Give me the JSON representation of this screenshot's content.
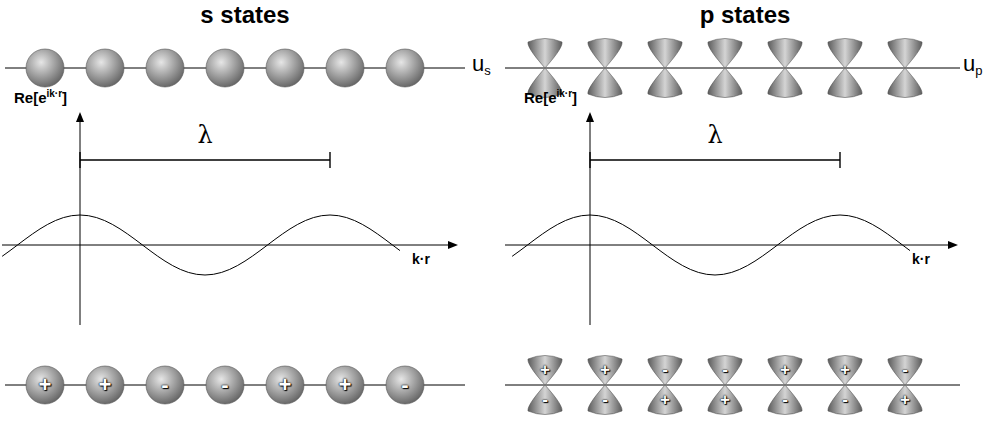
{
  "diagram": {
    "nodes": [
      {
        "text": [
          "+"
        ]
      },
      {
        "text": [
          "+"
        ]
      },
      {
        "text": [
          "-"
        ]
      },
      {
        "text": [
          "-"
        ]
      },
      {
        "text": [
          "+"
        ]
      },
      {
        "text": [
          "+"
        ]
      },
      {
        "text": [
          "-"
        ]
      },
      {
        "text": [
          "+",
          "-"
        ]
      },
      {
        "text": [
          "+",
          "-"
        ]
      },
      {
        "text": [
          "-",
          "+"
        ]
      },
      {
        "text": [
          "-",
          "+"
        ]
      },
      {
        "text": [
          "+",
          "-"
        ]
      },
      {
        "text": [
          "+",
          "-"
        ]
      },
      {
        "text": [
          "-",
          "+"
        ]
      }
    ],
    "labels": [
      "s states",
      "u",
      "s",
      "Re[e",
      "ik·r",
      "]",
      "λ",
      "k·r",
      "p states",
      "u",
      "p",
      "Re[e",
      "ik·r",
      "]",
      "λ",
      "k·r"
    ]
  }
}
